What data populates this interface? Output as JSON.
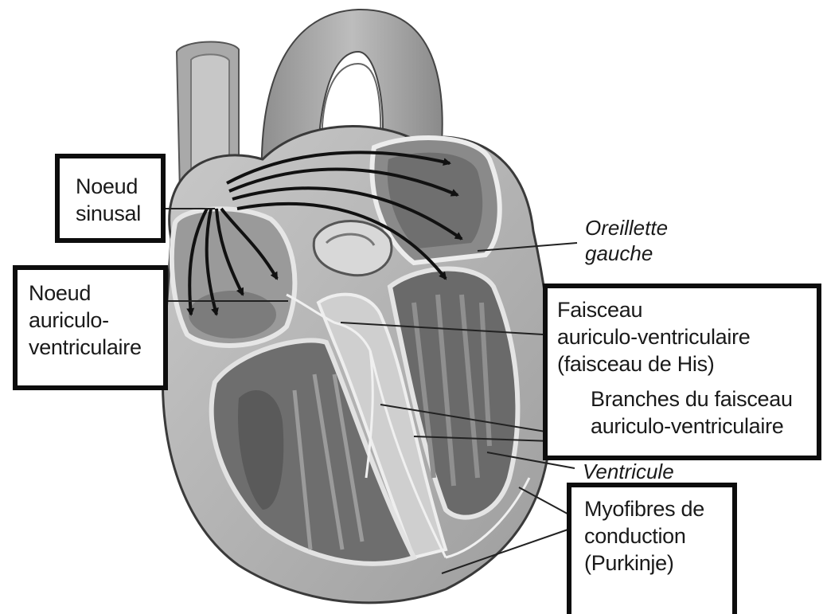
{
  "diagram": {
    "labels": {
      "noeud_sinusal": [
        "Noeud",
        "sinusal"
      ],
      "noeud_av": [
        "Noeud",
        "auriculo-",
        "ventriculaire"
      ],
      "oreillette_gauche": [
        "Oreillette",
        "gauche"
      ],
      "faisceau_his": [
        "Faisceau",
        "auriculo-ventriculaire",
        "(faisceau de His)"
      ],
      "branches": [
        "Branches du faisceau",
        "auriculo-ventriculaire"
      ],
      "ventricule": "Ventricule",
      "myofibres": [
        "Myofibres de",
        "conduction",
        "(Purkinje)"
      ]
    },
    "colors": {
      "box_border": "#0d0d0d",
      "heart_fill": "#b8b8b8",
      "heart_dark": "#7a7a7a",
      "heart_light": "#dedede",
      "arrow": "#111111"
    }
  }
}
